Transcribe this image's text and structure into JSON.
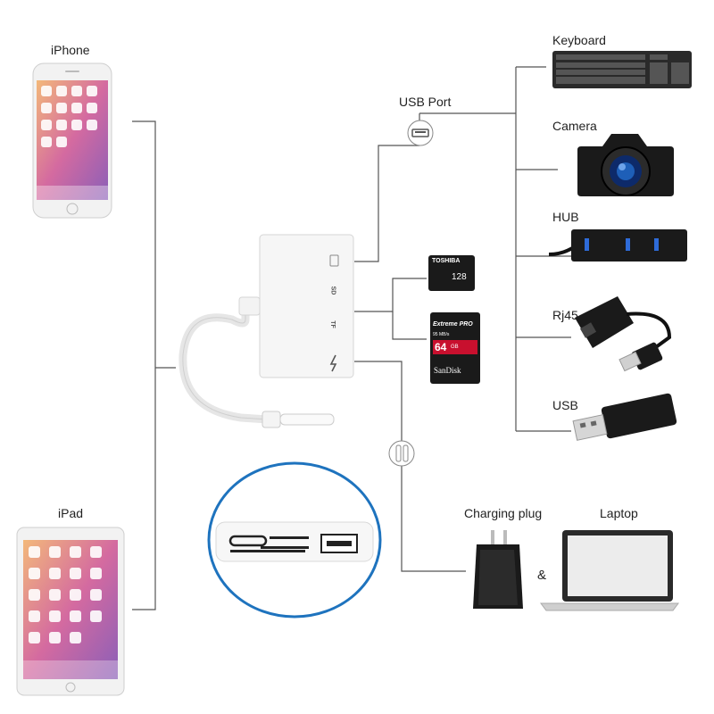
{
  "labels": {
    "iphone": "iPhone",
    "ipad": "iPad",
    "usb_port": "USB Port",
    "keyboard": "Keyboard",
    "camera": "Camera",
    "hub": "HUB",
    "rj45": "Rj45",
    "usb": "USB",
    "charging_plug": "Charging plug",
    "laptop": "Laptop",
    "ampersand": "&"
  },
  "adapter": {
    "port_sd": "SD",
    "port_tf": "TF"
  },
  "cards": {
    "microsd_brand": "TOSHIBA",
    "microsd_capacity": "128",
    "sd_series": "Extreme PRO",
    "sd_speed": "95 MB/s",
    "sd_capacity": "64",
    "sd_unit": "GB",
    "sd_brand": "SanDisk"
  },
  "colors": {
    "line": "#555555",
    "sd_red": "#c8102e",
    "device_black": "#1a1a1a",
    "circle_blue": "#1e73be"
  }
}
